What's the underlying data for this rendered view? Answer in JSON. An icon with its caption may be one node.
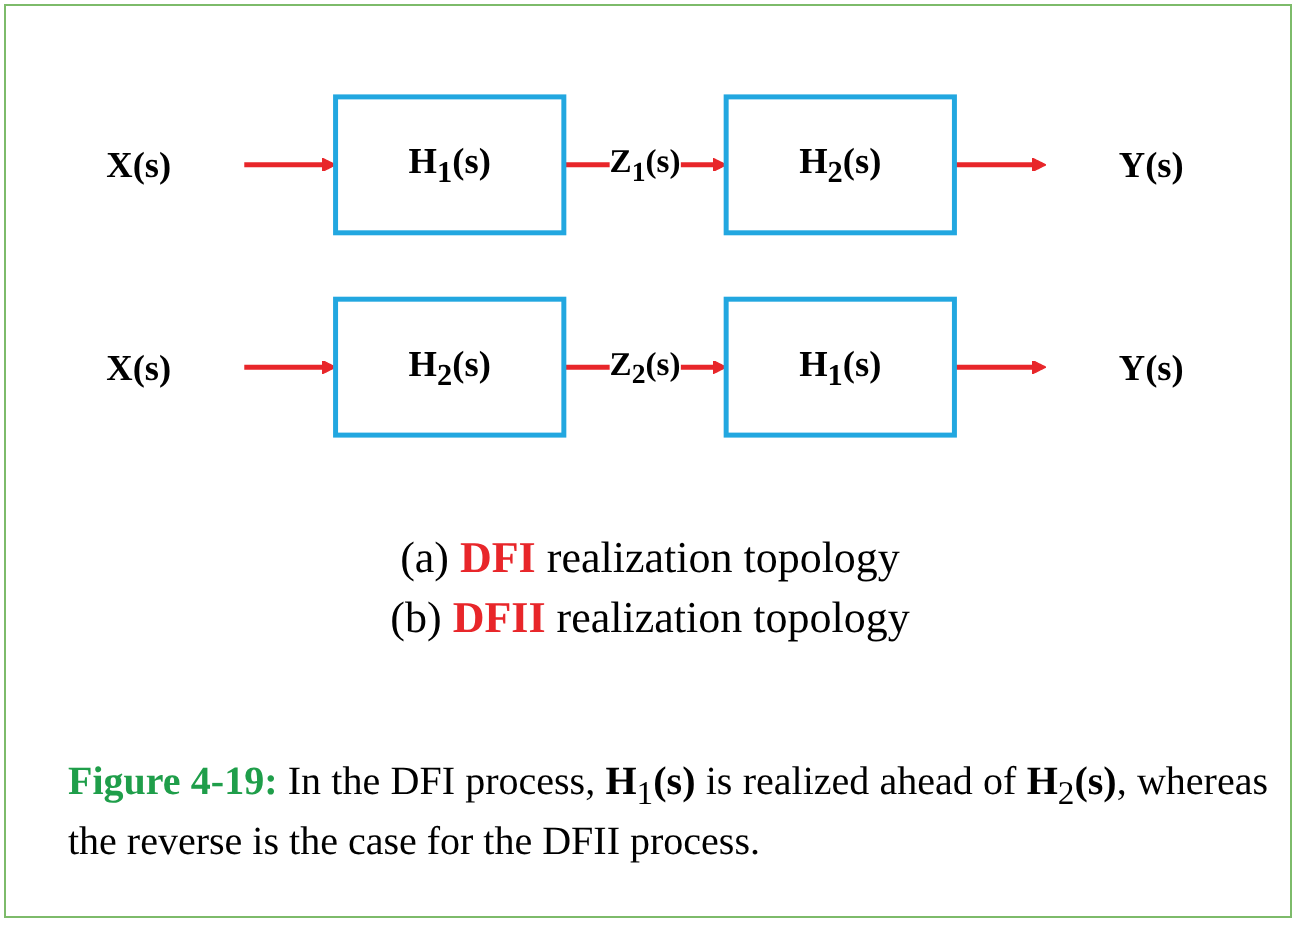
{
  "diagram": {
    "caption": "**Figure 4-19:** In the DFI process, **H**$_{1}$**(s)** is realized ahead of **H**$_{2}$**(s)**, whereas the reverse is the case for the DFII process.",
    "nodes": [
      {
        "text": [
          "X(s)"
        ]
      },
      {
        "text": [
          "H$_{1}$(s)"
        ]
      },
      {
        "text": [
          "H$_{2}$(s)"
        ]
      },
      {
        "text": [
          "Y(s)"
        ]
      },
      {
        "text": [
          "X(s)"
        ]
      },
      {
        "text": [
          "H$_{2}$(s)"
        ]
      },
      {
        "text": [
          "H$_{1}$(s)"
        ]
      },
      {
        "text": [
          "Y(s)"
        ]
      }
    ],
    "edges": [
      {
        "from": 0,
        "to": 1,
        "arrow": "to"
      },
      {
        "from": 1,
        "to": 2,
        "arrow": "to",
        "label": "Z$_{1}$(s)"
      },
      {
        "from": 2,
        "to": 3,
        "arrow": "to"
      },
      {
        "from": 4,
        "to": 5,
        "arrow": "to"
      },
      {
        "from": 5,
        "to": 6,
        "arrow": "to",
        "label": "Z$_{2}$(s)"
      },
      {
        "from": 6,
        "to": 7,
        "arrow": "to"
      }
    ],
    "labels": [
      "(a) **DFI** realization topology",
      "(b) **DFII** realization topology"
    ]
  }
}
